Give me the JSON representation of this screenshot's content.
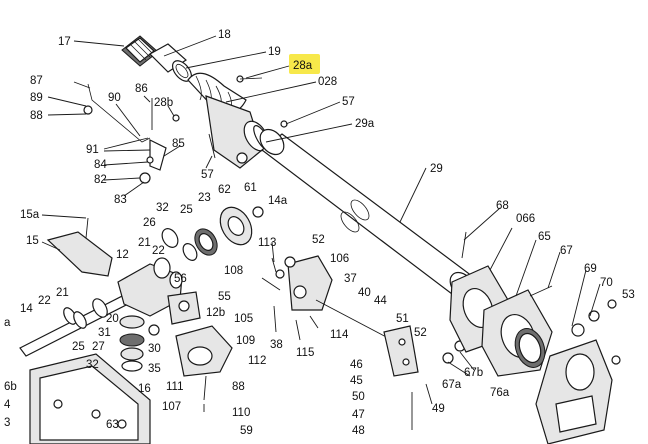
{
  "diagram": {
    "highlight_color": "#f7e84a",
    "highlighted_label": "28a",
    "labels": {
      "l17": "17",
      "l18": "18",
      "l19": "19",
      "l28a": "28a",
      "l028": "028",
      "l87": "87",
      "l89": "89",
      "l88a": "88",
      "l90": "90",
      "l86": "86",
      "l28b": "28b",
      "l57a": "57",
      "l29a": "29a",
      "l85": "85",
      "l91": "91",
      "l84": "84",
      "l82": "82",
      "l83": "83",
      "l57b": "57",
      "l29": "29",
      "l62": "62",
      "l61": "61",
      "l14a": "14a",
      "l15a": "15a",
      "l26": "26",
      "l32a": "32",
      "l25a": "25",
      "l23": "23",
      "l113": "113",
      "l52a": "52",
      "l68": "68",
      "l066": "066",
      "l65": "65",
      "l15": "15",
      "l21a": "21",
      "l22a": "22",
      "l12": "12",
      "l56": "56",
      "l108": "108",
      "l106": "106",
      "l37": "37",
      "l40": "40",
      "l67": "67",
      "l69": "69",
      "l70": "70",
      "l53": "53",
      "l22b": "22",
      "l21b": "21",
      "l55": "55",
      "l12b": "12b",
      "l44": "44",
      "l14": "14",
      "l20": "20",
      "l105": "105",
      "l51": "51",
      "l52b": "52",
      "l41a": "a",
      "l31": "31",
      "l27": "27",
      "l25b": "25",
      "l30": "30",
      "l109": "109",
      "l38": "38",
      "l115": "115",
      "l114": "114",
      "l32b": "32",
      "l35": "35",
      "l112": "112",
      "l46": "46",
      "l45": "45",
      "l16": "16",
      "l88b": "88",
      "l111": "111",
      "l67a": "67a",
      "l67b": "67b",
      "l6b": "6b",
      "l4": "4",
      "l107": "107",
      "l110": "110",
      "l50": "50",
      "l49": "49",
      "l76a": "76a",
      "l47": "47",
      "l3": "3",
      "l63": "63",
      "l59": "59",
      "l48": "48"
    }
  }
}
